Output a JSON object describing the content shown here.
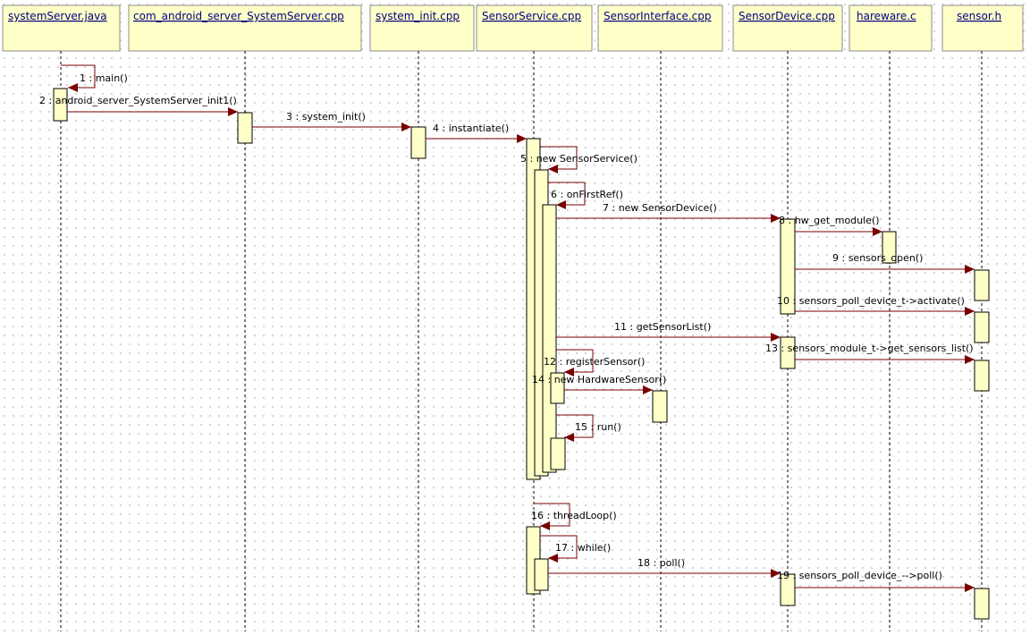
{
  "participants": [
    {
      "id": "p-systemserver-java",
      "label": "systemServer.java"
    },
    {
      "id": "p-systemserver-cpp",
      "label": "com_android_server_SystemServer.cpp"
    },
    {
      "id": "p-system-init",
      "label": "system_init.cpp"
    },
    {
      "id": "p-sensorservice",
      "label": "SensorService.cpp"
    },
    {
      "id": "p-sensorinterface",
      "label": "SensorInterface.cpp"
    },
    {
      "id": "p-sensordevice",
      "label": "SensorDevice.cpp"
    },
    {
      "id": "p-hareware",
      "label": "hareware.c"
    },
    {
      "id": "p-sensor-h",
      "label": "sensor.h"
    }
  ],
  "messages": [
    {
      "label": "1 : main()"
    },
    {
      "label": "2 : android_server_SystemServer_init1()"
    },
    {
      "label": "3 : system_init()"
    },
    {
      "label": "4 : instantiate()"
    },
    {
      "label": "5 : new SensorService()"
    },
    {
      "label": "6 : onFirstRef()"
    },
    {
      "label": "7 : new SensorDevice()"
    },
    {
      "label": "8 : hw_get_module()"
    },
    {
      "label": "9 : sensors_open()"
    },
    {
      "label": "10 : sensors_poll_device_t->activate()"
    },
    {
      "label": "11 : getSensorList()"
    },
    {
      "label": "12 : registerSensor()"
    },
    {
      "label": "13 : sensors_module_t->get_sensors_list()"
    },
    {
      "label": "14 : new HardwareSensor()"
    },
    {
      "label": "15 : run()"
    },
    {
      "label": "16 : threadLoop()"
    },
    {
      "label": "17 : while()"
    },
    {
      "label": "18 : poll()"
    },
    {
      "label": "19 : sensors_poll_device_-->poll()"
    }
  ]
}
